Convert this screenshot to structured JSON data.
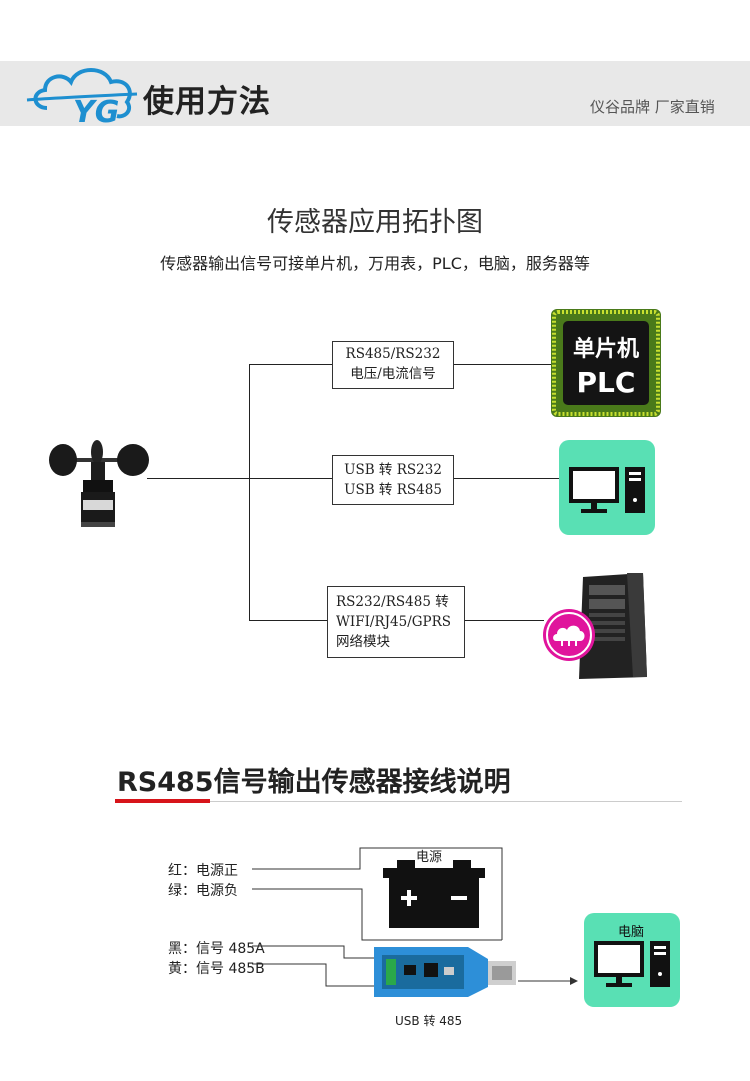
{
  "header": {
    "title": "使用方法",
    "slogan": "仪谷品牌 厂家直销",
    "logo_text": "YG"
  },
  "topology": {
    "title": "传感器应用拓扑图",
    "subtitle": "传感器输出信号可接单片机，万用表，PLC，电脑，服务器等",
    "box1": [
      "RS485/RS232",
      "电压/电流信号"
    ],
    "box2": [
      "USB 转 RS232",
      "USB 转 RS485"
    ],
    "box3": [
      "RS232/RS485 转",
      "WIFI/RJ45/GPRS",
      "网络模块"
    ],
    "chip": {
      "line1": "单片机",
      "line2": "PLC"
    }
  },
  "wiring": {
    "title": "RS485信号输出传感器接线说明",
    "wires": [
      "红：电源正",
      "绿：电源负",
      "黑：信号 485A",
      "黄：信号 485B"
    ],
    "power_label": "电源",
    "pc_label": "电脑",
    "usb_label": "USB 转 485"
  },
  "colors": {
    "accent_red": "#d7141a",
    "card_green": "#59e0b4",
    "usb_blue": "#2d8fd8",
    "logo_blue": "#1e8fd0"
  }
}
